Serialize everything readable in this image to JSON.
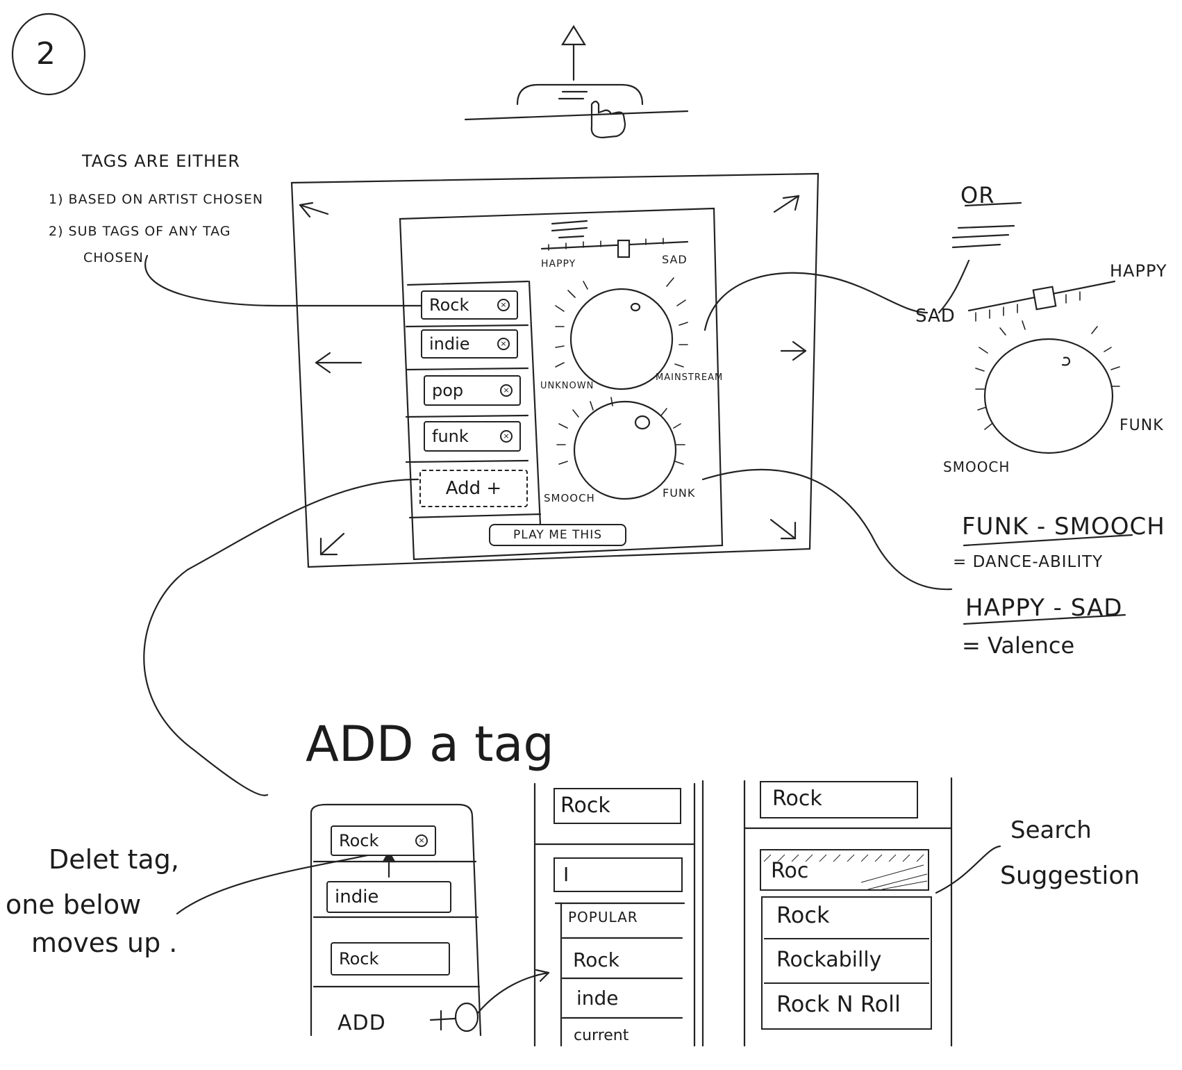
{
  "page_number": "2",
  "tags_note": {
    "heading": "TAGS ARE EITHER",
    "line1": "1) BASED ON ARTIST CHOSEN",
    "line2a": "2) SUB TAGS OF ANY TAG",
    "line2b": "CHOSEN"
  },
  "main_screen": {
    "tags": [
      {
        "label": "Rock"
      },
      {
        "label": "indie"
      },
      {
        "label": "pop"
      },
      {
        "label": "funk"
      }
    ],
    "add_label": "Add +",
    "play_label": "PLAY ME THIS",
    "slider": {
      "left_label": "HAPPY",
      "right_label": "SAD"
    },
    "knob1": {
      "left_label": "UNKNOWN",
      "right_label": "MAINSTREAM"
    },
    "knob2": {
      "left_label": "SMOOCH",
      "right_label": "FUNK"
    }
  },
  "alternative": {
    "or_label": "OR",
    "slider_left": "SAD",
    "slider_right": "HAPPY",
    "knob_left": "SMOOCH",
    "knob_right": "FUNK"
  },
  "notes": {
    "funk_smooch": "FUNK - SMOOCH",
    "danceability": "= DANCE-ABILITY",
    "happy_sad": "HAPPY - SAD",
    "valence": "= Valence"
  },
  "add_tag": {
    "title": "ADD a tag",
    "delete_note": [
      "Delet tag,",
      "one below",
      "moves up ."
    ],
    "panel1": {
      "tags": [
        "Rock",
        "indie",
        "Rock"
      ],
      "add_label": "ADD"
    },
    "panel2": {
      "top_tag": "Rock",
      "input_cursor": "I",
      "list": [
        "POPULAR",
        "Rock",
        "inde",
        "current"
      ]
    },
    "panel3": {
      "top_tag": "Rock",
      "input_value": "Roc",
      "suggestions": [
        "Rock",
        "Rockabilly",
        "Rock N Roll"
      ]
    },
    "search_note": [
      "Search",
      "Suggestion"
    ]
  }
}
